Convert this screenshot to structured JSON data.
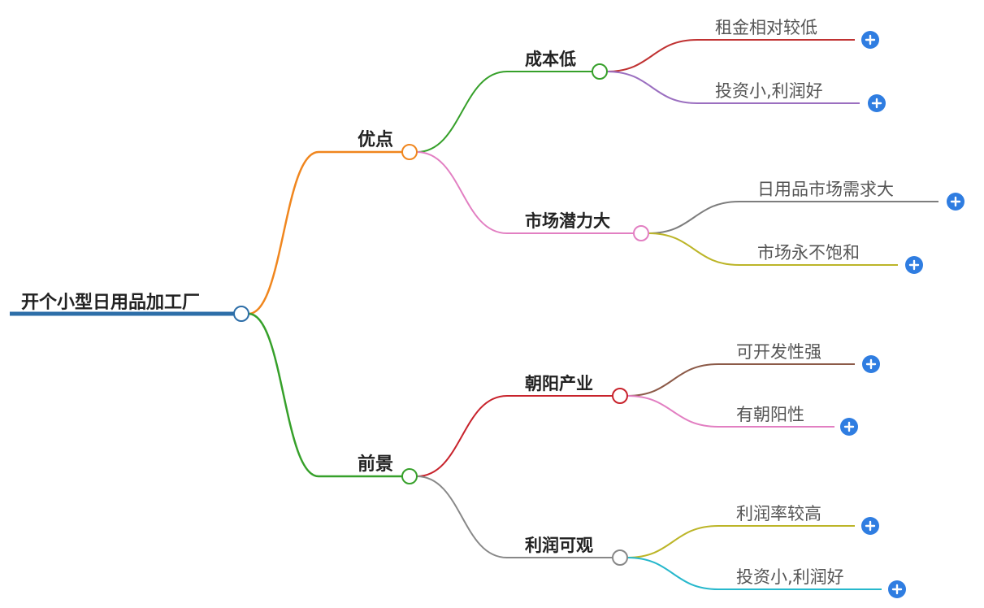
{
  "root": {
    "label": "开个小型日用品加工厂",
    "color": "#2d6ea8"
  },
  "branches": [
    {
      "label": "优点",
      "color": "#f0861e",
      "children": [
        {
          "label": "成本低",
          "color": "#36a02a",
          "leaves": [
            {
              "label": "租金相对较低",
              "color": "#c03232"
            },
            {
              "label": "投资小,利润好",
              "color": "#9b6fc0"
            }
          ]
        },
        {
          "label": "市场潜力大",
          "color": "#e27fc2",
          "leaves": [
            {
              "label": "日用品市场需求大",
              "color": "#7d7d7d"
            },
            {
              "label": "市场永不饱和",
              "color": "#bcb528"
            }
          ]
        }
      ]
    },
    {
      "label": "前景",
      "color": "#36a02a",
      "children": [
        {
          "label": "朝阳产业",
          "color": "#c8232c",
          "leaves": [
            {
              "label": "可开发性强",
              "color": "#8c5a48"
            },
            {
              "label": "有朝阳性",
              "color": "#e27fc2"
            }
          ]
        },
        {
          "label": "利润可观",
          "color": "#888888",
          "leaves": [
            {
              "label": "利润率较高",
              "color": "#bcb528"
            },
            {
              "label": "投资小,利润好",
              "color": "#27b8cc"
            }
          ]
        }
      ]
    }
  ],
  "expand_icon": "plus-icon",
  "expand_color": "#2f7de1"
}
